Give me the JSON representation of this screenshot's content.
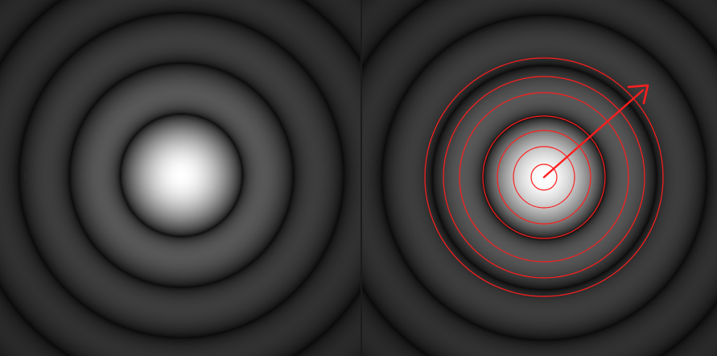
{
  "colors": {
    "background": "#0d0d0d",
    "divider": "#1b1b1b",
    "annotation": "#ff1e1e"
  },
  "panels": [
    {
      "name": "airy-pattern-plain",
      "annotated": false
    },
    {
      "name": "airy-pattern-annotated",
      "annotated": true,
      "ring_count": 7,
      "arrow": true
    }
  ]
}
